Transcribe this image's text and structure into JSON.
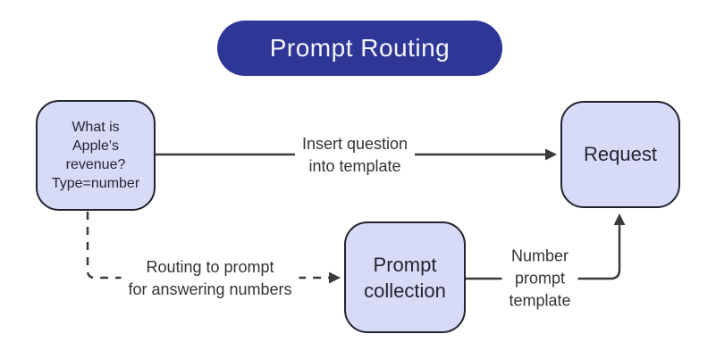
{
  "title": "Prompt Routing",
  "colors": {
    "title_pill_bg": "#2f3796",
    "title_text": "#f5f6fc",
    "node_fill": "#d8dbf8",
    "node_border": "#23242e",
    "node_text": "#22252f",
    "edge_stroke": "#3a3a3a",
    "edge_label_text": "#333333",
    "background": "#ffffff"
  },
  "nodes": {
    "question": {
      "line1": "What is",
      "line2": "Apple's",
      "line3": "revenue?",
      "line4": "Type=number"
    },
    "request": {
      "label": "Request"
    },
    "prompt_collection": {
      "line1": "Prompt",
      "line2": "collection"
    }
  },
  "edges": {
    "insert_question": {
      "line1": "Insert question",
      "line2": "into template",
      "style": "solid-arrow"
    },
    "routing": {
      "line1": "Routing to prompt",
      "line2": "for answering numbers",
      "style": "dashed-arrow"
    },
    "number_template": {
      "line1": "Number",
      "line2": "prompt",
      "line3": "template",
      "style": "solid-arrow"
    }
  }
}
